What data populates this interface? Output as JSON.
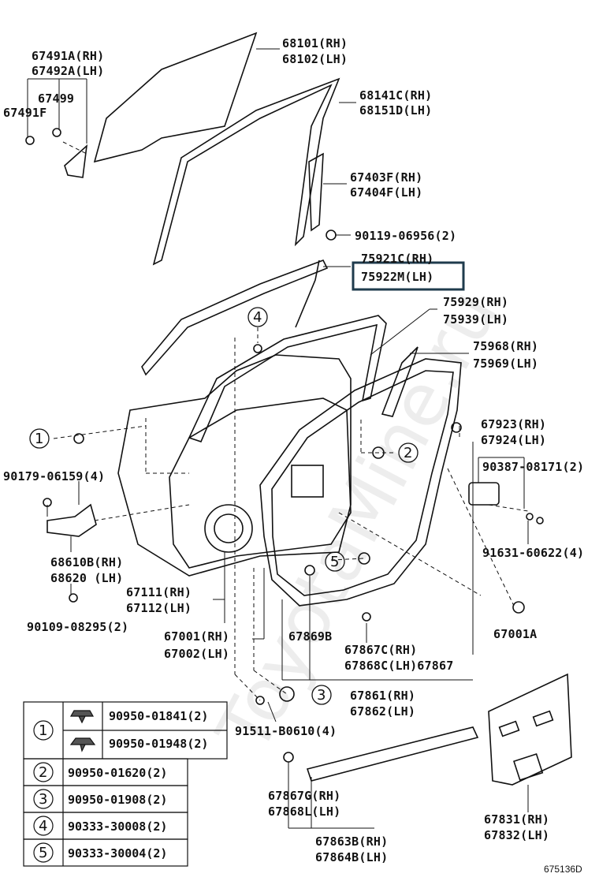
{
  "diagram_code": "675136D",
  "watermark": "ToyotaMine.ru",
  "highlight_color": "#1f3b4d",
  "labels": {
    "l68101": "68101(RH)",
    "l68102": "68102(LH)",
    "l67491a": "67491A(RH)",
    "l67492a": "67492A(LH)",
    "l67499": "67499",
    "l67491f": "67491F",
    "l68141c": "68141C(RH)",
    "l68151d": "68151D(LH)",
    "l67403f": "67403F(RH)",
    "l67404f": "67404F(LH)",
    "l90119": "90119-06956(2)",
    "l75921c": "75921C(RH)",
    "l75922m": "75922M(LH)",
    "l75929": "75929(RH)",
    "l75939": "75939(LH)",
    "l75968": "75968(RH)",
    "l75969": "75969(LH)",
    "l67923": "67923(RH)",
    "l67924": "67924(LH)",
    "l90387": "90387-08171(2)",
    "l90179": "90179-06159(4)",
    "l91631": "91631-60622(4)",
    "l68610b": "68610B(RH)",
    "l68620": "68620 (LH)",
    "l67111": "67111(RH)",
    "l67112": "67112(LH)",
    "l90109": "90109-08295(2)",
    "l67001": "67001(RH)",
    "l67002": "67002(LH)",
    "l67869b": "67869B",
    "l67867c": "67867C(RH)",
    "l67868c": "67868C(LH)67867",
    "l67001a": "67001A",
    "l67861": "67861(RH)",
    "l67862": "67862(LH)",
    "l91511": "91511-B0610(4)",
    "l67867g": "67867G(RH)",
    "l67868l": "67868L(LH)",
    "l67863b": "67863B(RH)",
    "l67864b": "67864B(LH)",
    "l67831": "67831(RH)",
    "l67832": "67832(LH)"
  },
  "callouts": [
    "1",
    "2",
    "3",
    "4",
    "5"
  ],
  "legend": {
    "rows": [
      {
        "num": "1",
        "parts": [
          "90950-01841(2)",
          "90950-01948(2)"
        ]
      },
      {
        "num": "2",
        "parts": [
          "90950-01620(2)"
        ]
      },
      {
        "num": "3",
        "parts": [
          "90950-01908(2)"
        ]
      },
      {
        "num": "4",
        "parts": [
          "90333-30008(2)"
        ]
      },
      {
        "num": "5",
        "parts": [
          "90333-30004(2)"
        ]
      }
    ]
  }
}
